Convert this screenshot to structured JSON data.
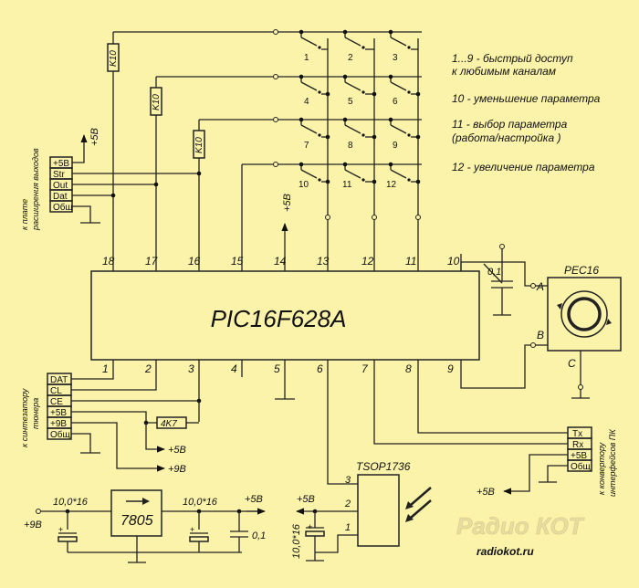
{
  "chip": {
    "name": "PIC16F628A",
    "pins_top": [
      "18",
      "17",
      "16",
      "15",
      "14",
      "13",
      "12",
      "11",
      "10"
    ],
    "pins_bottom": [
      "1",
      "2",
      "3",
      "4",
      "5",
      "6",
      "7",
      "8",
      "9"
    ]
  },
  "resistors": [
    "K10",
    "K10",
    "K10",
    "4K7"
  ],
  "keys": [
    "1",
    "2",
    "3",
    "4",
    "5",
    "6",
    "7",
    "8",
    "9",
    "10",
    "11",
    "12"
  ],
  "notes": [
    "1...9 - быстрый доступ",
    "к любимым каналам",
    "10 - уменьшение параметра",
    "11 - выбор параметра",
    "(работа/настройка )",
    "12 - увеличение параметра"
  ],
  "output_board": {
    "caption_1": "к плате",
    "caption_2": "расширения выходов",
    "pins": [
      "+5B",
      "Str",
      "Out",
      "Dat",
      "Общ"
    ],
    "supply": "+5B"
  },
  "tuner": {
    "caption_1": "к синтезатору",
    "caption_2": "тюнера",
    "pins": [
      "DAT",
      "CL",
      "CE",
      "+5B",
      "+9B",
      "Общ"
    ],
    "supply_5": "+5B",
    "supply_9": "+9B"
  },
  "pc": {
    "caption_1": "к конвертору",
    "caption_2": "интерфейсов ПК",
    "pins": [
      "Tx",
      "Rx",
      "+5B",
      "Общ"
    ],
    "supply": "+5B"
  },
  "encoder": {
    "name": "PEC16",
    "pin_a": "A",
    "pin_b": "B",
    "pin_c": "C"
  },
  "cap_chip": "0,1",
  "pin14_supply": "+5B",
  "ir": {
    "name": "TSOP1736",
    "pins": [
      "3",
      "2",
      "1"
    ],
    "supply": "+5B",
    "cap": "10,0*16"
  },
  "regulator": {
    "name": "7805",
    "input": "+9B",
    "output": "+5B",
    "cap_in": "10,0*16",
    "cap_out": "10,0*16",
    "cap_out2": "0,1"
  },
  "brand": {
    "name": "Радио КОТ",
    "url": "radiokot.ru"
  },
  "colors": {
    "background": "#fbf3a9",
    "ink": "#222222",
    "brand": "#e8dca0"
  }
}
